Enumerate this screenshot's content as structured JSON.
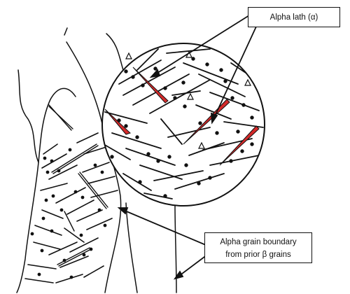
{
  "labels": {
    "alpha_lath": "Alpha lath (α)",
    "grain_boundary_line1": "Alpha grain boundary",
    "grain_boundary_line2": "from prior β grains"
  },
  "colors": {
    "ink": "#111111",
    "alpha_lath_fill": "#d42a2a",
    "background": "#ffffff"
  }
}
